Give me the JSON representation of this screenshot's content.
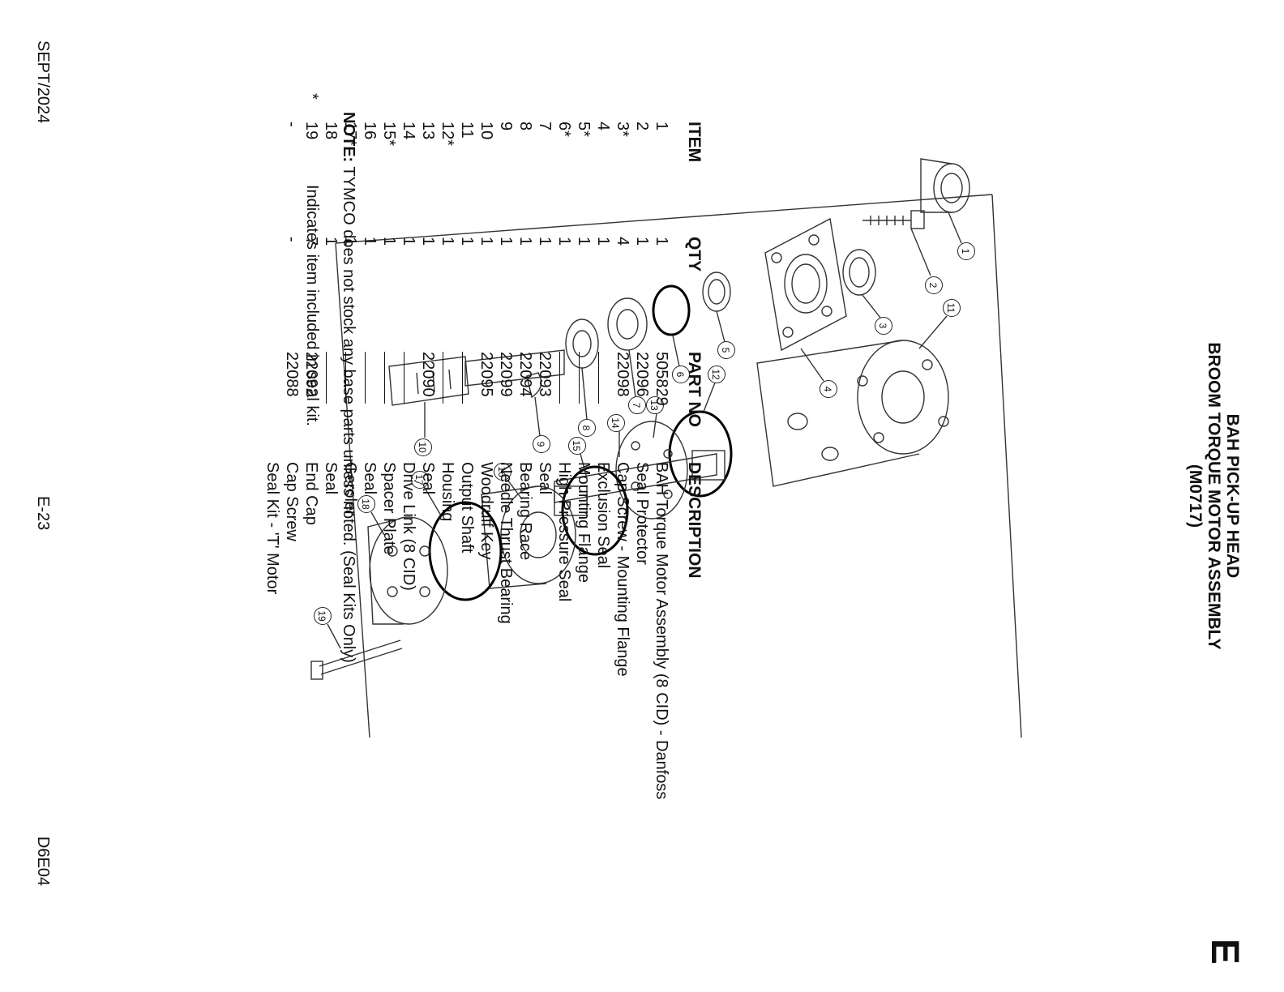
{
  "section_tab": "E",
  "title": {
    "line1": "BAH PICK-UP HEAD",
    "line2": "BROOM TORQUE MOTOR ASSEMBLY",
    "line3": "(M0717)"
  },
  "diagram": {
    "callouts": [
      "1",
      "2",
      "3",
      "4",
      "5",
      "6",
      "7",
      "8",
      "9",
      "10",
      "11",
      "12",
      "13",
      "14",
      "15",
      "16",
      "17",
      "18",
      "19"
    ]
  },
  "table": {
    "headers": {
      "item": "ITEM",
      "qty": "QTY",
      "part_no": "PART NO",
      "description": "DESCRIPTION"
    },
    "rows": [
      {
        "item": "1",
        "qty": "1",
        "part_no": "505829",
        "description": "BAH Torque Motor Assembly (8 CID) - Danfoss"
      },
      {
        "item": "2",
        "qty": "1",
        "part_no": "22096",
        "description": "Seal Protector"
      },
      {
        "item": "3*",
        "qty": "4",
        "part_no": "22098",
        "description": "Cap Screw - Mounting Flange"
      },
      {
        "item": "4",
        "qty": "1",
        "part_no": "",
        "description": "Exclusion Seal"
      },
      {
        "item": "5*",
        "qty": "1",
        "part_no": "",
        "description": "Mounting Flange"
      },
      {
        "item": "6*",
        "qty": "1",
        "part_no": "",
        "description": "High Pressure Seal"
      },
      {
        "item": "7",
        "qty": "1",
        "part_no": "22093",
        "description": "Seal"
      },
      {
        "item": "8",
        "qty": "1",
        "part_no": "22094",
        "description": "Bearing Race"
      },
      {
        "item": "9",
        "qty": "1",
        "part_no": "22099",
        "description": "Needle Thrust Bearing"
      },
      {
        "item": "10",
        "qty": "1",
        "part_no": "22095",
        "description": "Woodruff Key"
      },
      {
        "item": "11",
        "qty": "1",
        "part_no": "",
        "description": "Output Shaft"
      },
      {
        "item": "12*",
        "qty": "1",
        "part_no": "",
        "description": "Housing"
      },
      {
        "item": "13",
        "qty": "1",
        "part_no": "22090",
        "description": "Seal"
      },
      {
        "item": "14",
        "qty": "1",
        "part_no": "",
        "description": "Drive Link (8 CID)"
      },
      {
        "item": "15*",
        "qty": "1",
        "part_no": "",
        "description": "Spacer Plate"
      },
      {
        "item": "16",
        "qty": "1",
        "part_no": "",
        "description": "Seal"
      },
      {
        "item": "17*",
        "qty": "1",
        "part_no": "",
        "description": "Geroler"
      },
      {
        "item": "18",
        "qty": "1",
        "part_no": "",
        "description": "Seal"
      },
      {
        "item": "19",
        "qty": "7",
        "part_no": "22092",
        "description": "End Cap"
      },
      {
        "item": "-",
        "qty": "-",
        "part_no": "22088",
        "description": "Cap Screw"
      },
      {
        "item": "",
        "qty": "",
        "part_no": "",
        "description": "Seal Kit - 'T' Motor"
      }
    ]
  },
  "note": {
    "label": "NOTE:",
    "text": "TYMCO does not stock any base parts unless noted. (Seal Kits Only)"
  },
  "seal_note": {
    "asterisk": "*",
    "text": "Indicates item included in seal kit."
  },
  "footer": {
    "date": "SEPT/2024",
    "page": "E-23",
    "code": "D6E04"
  }
}
